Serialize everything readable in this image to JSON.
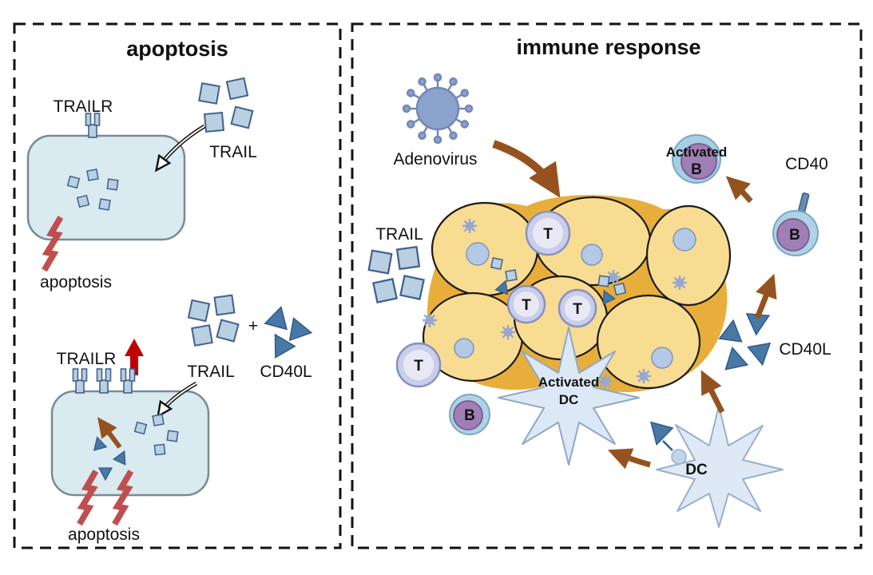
{
  "panels": {
    "apoptosis": {
      "title": "apoptosis",
      "top": {
        "trailr": "TRAILR",
        "trail": "TRAIL",
        "apoptosis": "apoptosis"
      },
      "bottom": {
        "trailr": "TRAILR",
        "trail": "TRAIL",
        "plus": "+",
        "cd40l": "CD40L",
        "apoptosis": "apoptosis"
      }
    },
    "immune": {
      "title": "immune response",
      "adenovirus": "Adenovirus",
      "trail": "TRAIL",
      "t": "T",
      "b": "B",
      "activated_b_line1": "Activated",
      "activated_b_line2": "B",
      "cd40": "CD40",
      "cd40l": "CD40L",
      "activated_dc_line1": "Activated",
      "activated_dc_line2": "DC",
      "dc": "DC"
    }
  },
  "colors": {
    "cell_fill": "#d9eaf0",
    "cell_stroke": "#7a8a94",
    "trail_square": "#b9cfe2",
    "trail_square_stroke": "#41618c",
    "cd40l_triangle": "#4878a8",
    "tumor_cell": "#f8dc92",
    "tumor_matrix": "#e8ae3c",
    "tumor_nucleus": "#b3c9e6",
    "t_cell": "#dcdcf0",
    "b_cell_inner": "#9f7fb5",
    "b_cell_outer": "#aed2e6",
    "dendritic_cell": "#dce8f5",
    "virus": "#8ba3cc",
    "apoptosis_bolt": "#bf4f4f",
    "arrow_brown": "#96521e",
    "arrow_red": "#c00000"
  }
}
